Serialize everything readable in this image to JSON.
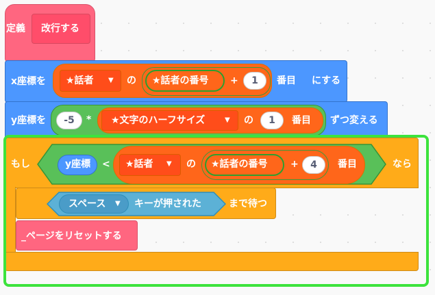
{
  "hat": {
    "define_label": "定義",
    "custom_block_name": "改行する"
  },
  "set_x": {
    "label": "x座標を",
    "dropdown_value": "★話者",
    "of_label": "の",
    "var_name": "★話者の番号",
    "plus": "+",
    "num": "1",
    "index_label": "番目",
    "end_label": "にする"
  },
  "change_y": {
    "label": "y座標を",
    "num_a": "-5",
    "times": "*",
    "dropdown_value": "★文字のハーフサイズ",
    "of_label": "の",
    "num_b": "1",
    "index_label": "番目",
    "end_label": "ずつ変える"
  },
  "if_block": {
    "if_label": "もし",
    "then_label": "なら",
    "reporter": "y座標",
    "lt": "<",
    "dropdown_value": "★話者",
    "of_label": "の",
    "var_name": "★話者の番号",
    "plus": "+",
    "num": "4",
    "index_label": "番目"
  },
  "wait_until": {
    "key_value": "スペース",
    "pressed_label": "キーが押された",
    "end_label": "まで待つ"
  },
  "reset_page": {
    "label": "_ページをリセットする"
  },
  "colors": {
    "control": "#ffab19",
    "motion": "#4c97ff",
    "operators": "#ff661a",
    "variables": "#59c059",
    "sensing": "#5cb1d6",
    "custom": "#ff6680",
    "highlight": "#3de33d"
  }
}
